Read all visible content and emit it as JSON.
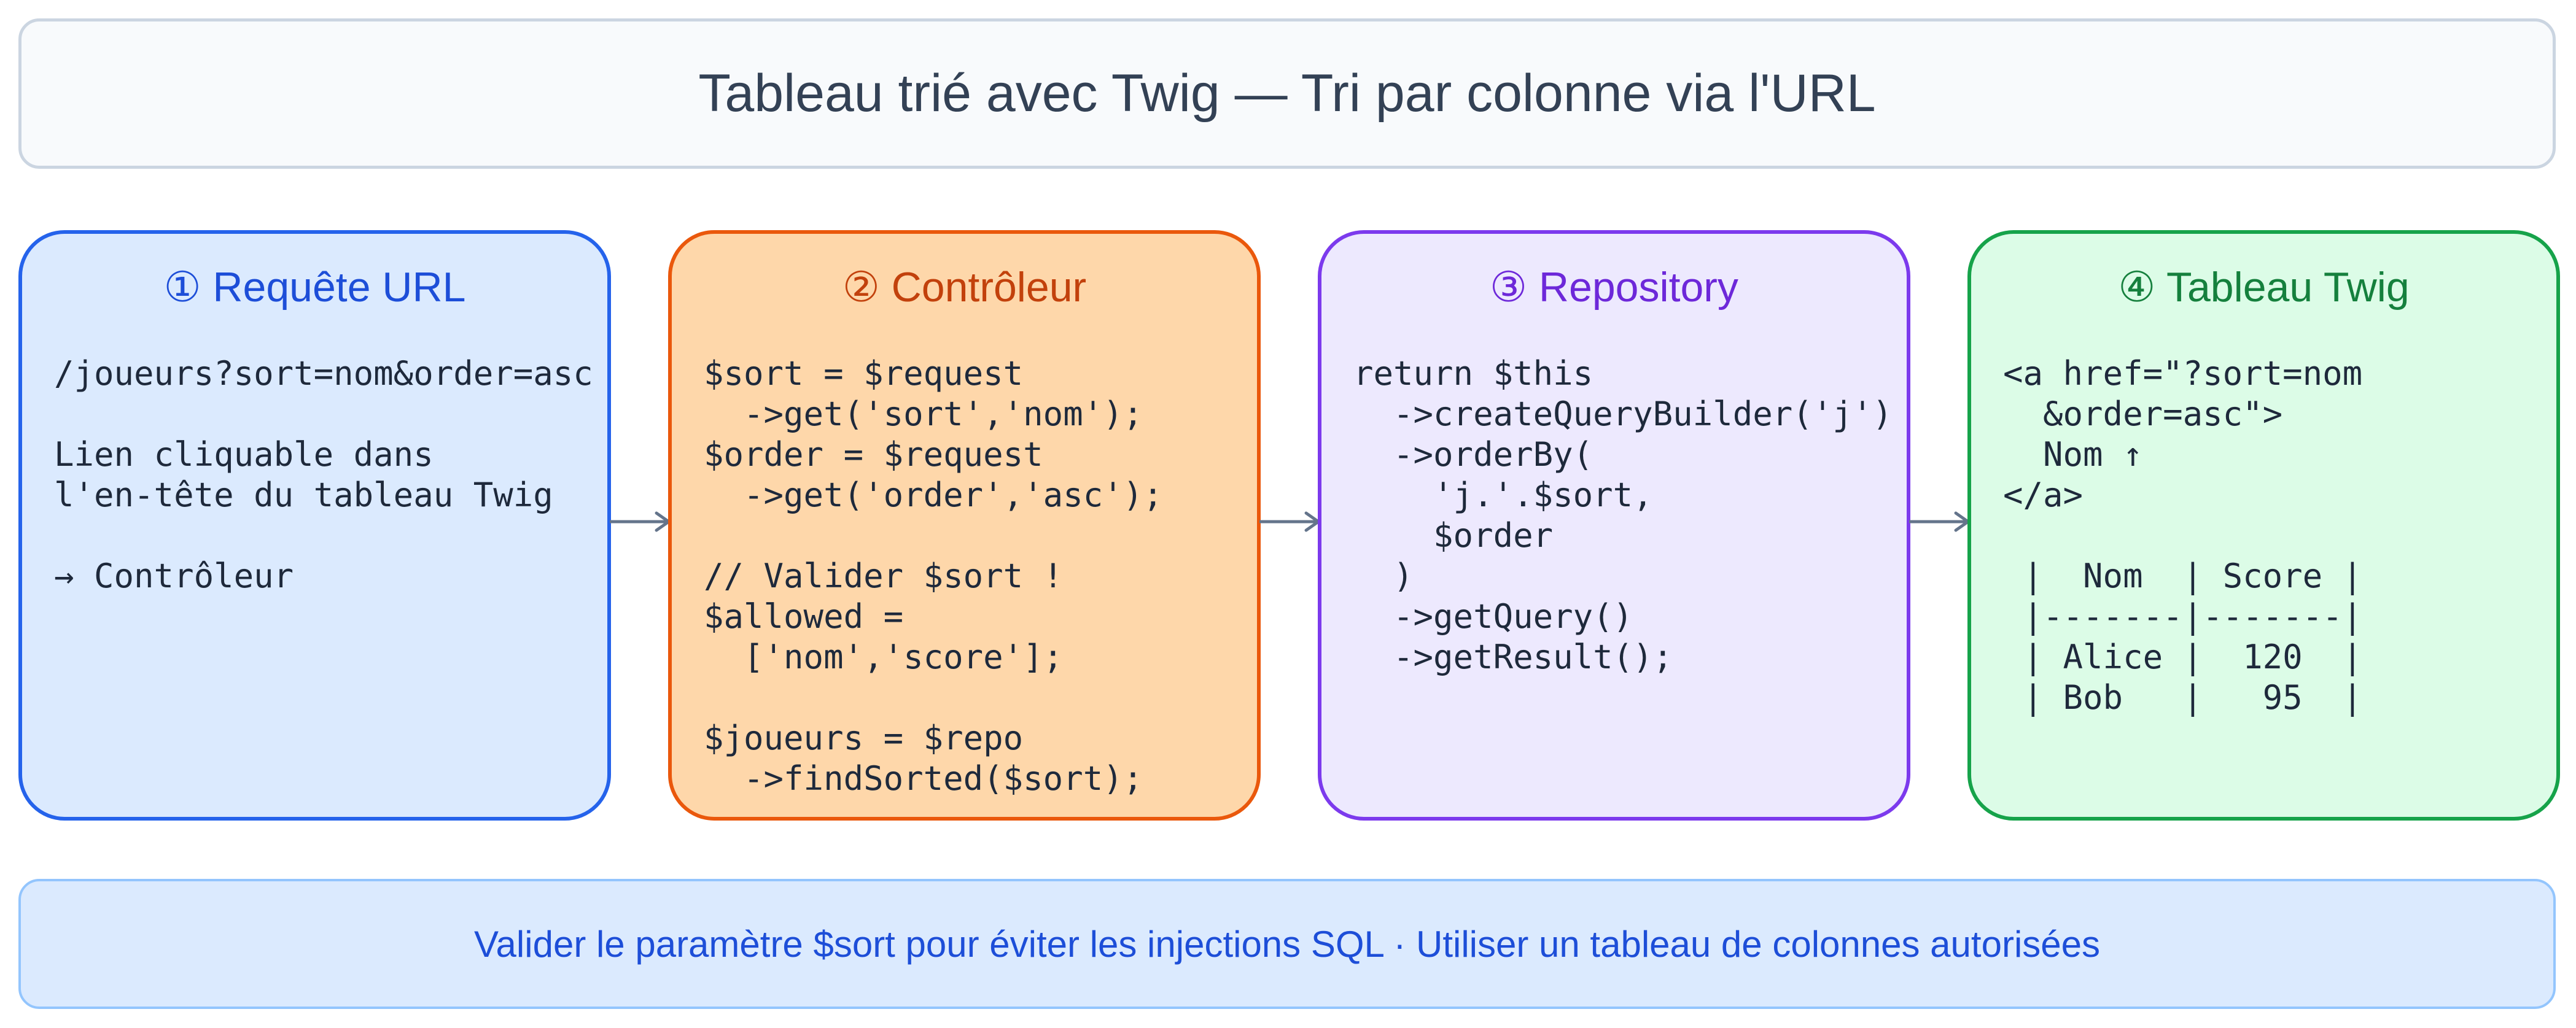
{
  "header": {
    "title": "Tableau trié avec Twig — Tri par colonne via l'URL"
  },
  "steps": [
    {
      "title": "① Requête URL",
      "code": "/joueurs?sort=nom&order=asc\n\nLien cliquable dans\nl'en-tête du tableau Twig\n\n→ Contrôleur",
      "accent": "#2563eb"
    },
    {
      "title": "② Contrôleur",
      "code": "$sort = $request\n  ->get('sort','nom');\n$order = $request\n  ->get('order','asc');\n\n// Valider $sort !\n$allowed =\n  ['nom','score'];\n\n$joueurs = $repo\n  ->findSorted($sort);",
      "accent": "#ea580c"
    },
    {
      "title": "③ Repository",
      "code": "return $this\n  ->createQueryBuilder('j')\n  ->orderBy(\n    'j.'.$sort,\n    $order\n  )\n  ->getQuery()\n  ->getResult();",
      "accent": "#7c3aed"
    },
    {
      "title": "④ Tableau Twig",
      "code": "<a href=\"?sort=nom\n  &order=asc\">\n  Nom ↑\n</a>\n\n |  Nom  | Score |\n |-------|-------|\n | Alice |  120  |\n | Bob   |   95  |",
      "accent": "#16a34a"
    }
  ],
  "note": {
    "text": "Valider le paramètre $sort pour éviter les injections SQL · Utiliser un tableau de colonnes autorisées"
  },
  "colors": {
    "arrow": "#64748b",
    "title_text": "#334155",
    "note_text": "#1d4ed8"
  }
}
